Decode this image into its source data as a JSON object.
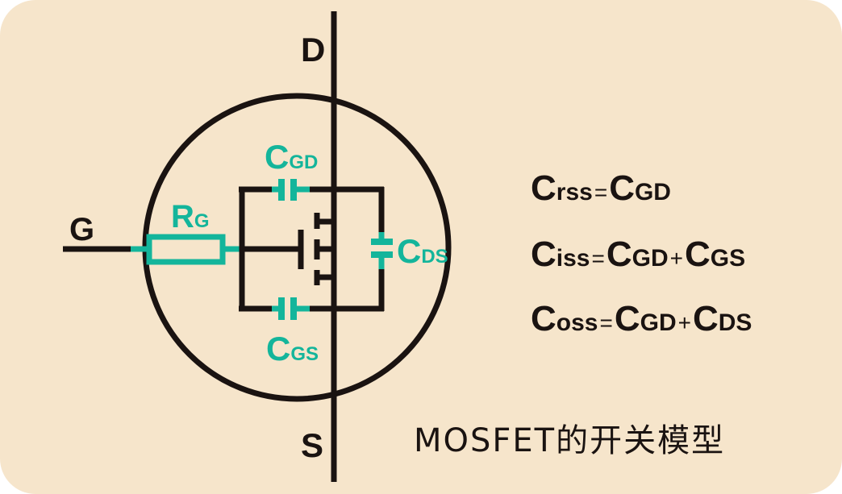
{
  "terminals": {
    "drain": "D",
    "source": "S",
    "gate": "G"
  },
  "components": {
    "gate_resistor": {
      "main": "R",
      "sub": "G"
    },
    "cap_gd": {
      "main": "C",
      "sub": "GD"
    },
    "cap_gs": {
      "main": "C",
      "sub": "GS"
    },
    "cap_ds": {
      "main": "C",
      "sub": "DS"
    }
  },
  "equations": [
    {
      "lhs_main": "C",
      "lhs_sub": "rss",
      "eq": "=",
      "t1_main": "C",
      "t1_sub": "GD",
      "plus": "",
      "t2_main": "",
      "t2_sub": ""
    },
    {
      "lhs_main": "C",
      "lhs_sub": "iss",
      "eq": "=",
      "t1_main": "C",
      "t1_sub": "GD",
      "plus": "+",
      "t2_main": "C",
      "t2_sub": "GS"
    },
    {
      "lhs_main": "C",
      "lhs_sub": "oss",
      "eq": "=",
      "t1_main": "C",
      "t1_sub": "GD",
      "plus": "+",
      "t2_main": "C",
      "t2_sub": "DS"
    }
  ],
  "caption": "MOSFET的开关模型",
  "colors": {
    "background": "#f6e5cb",
    "wire": "#1a1311",
    "component": "#14b59b"
  }
}
